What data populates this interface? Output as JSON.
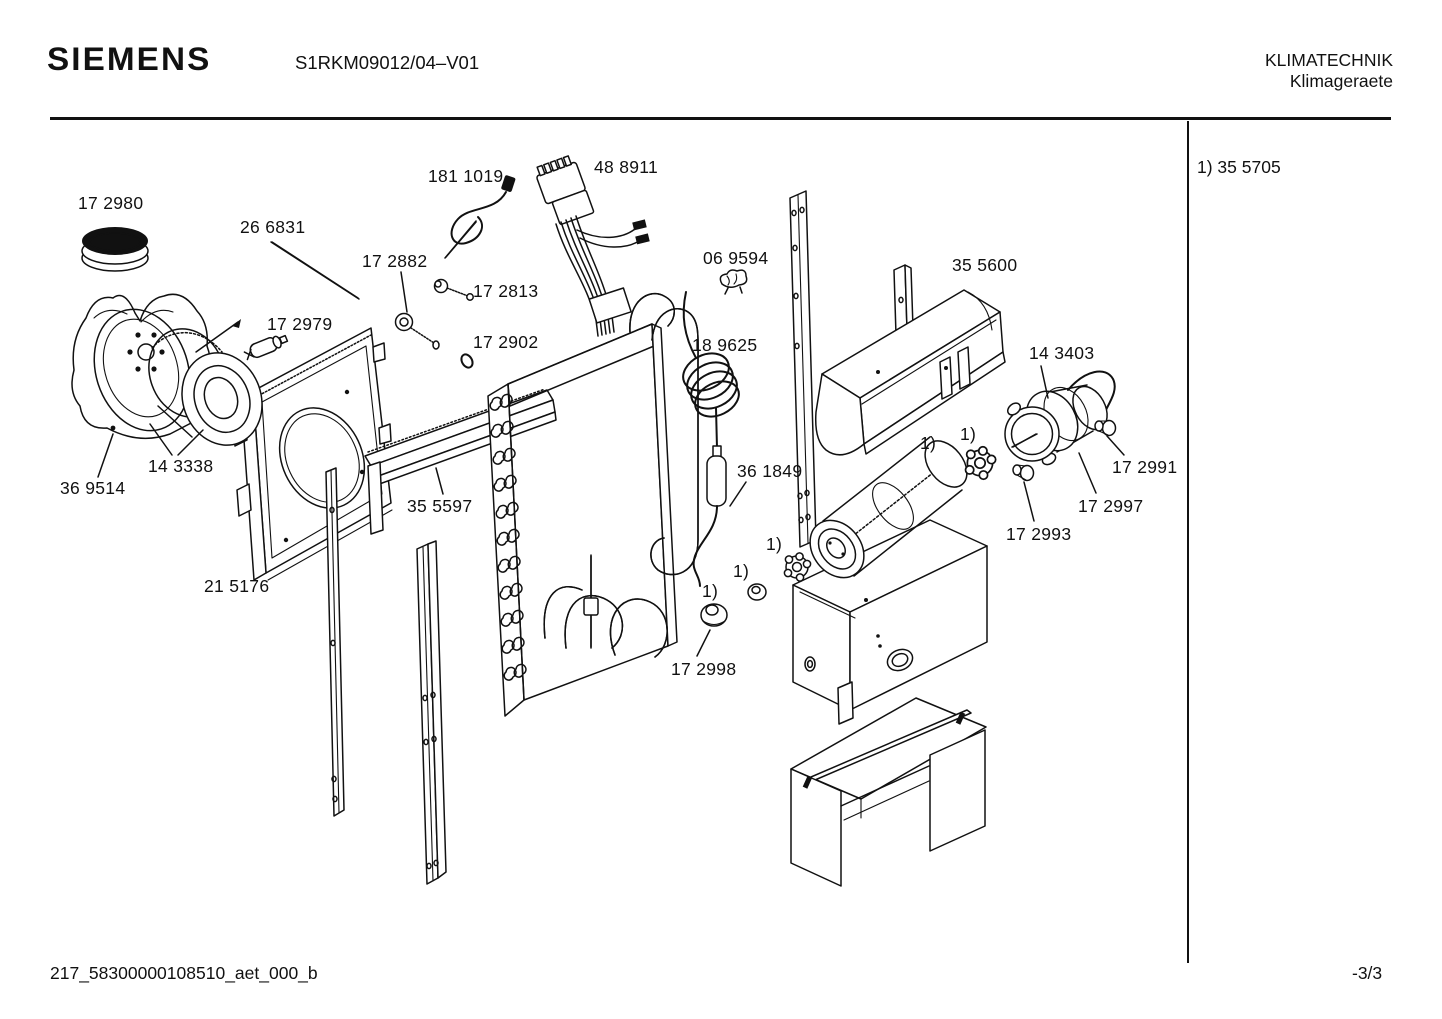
{
  "header": {
    "brand": "SIEMENS",
    "model": "S1RKM09012/04–V01",
    "division": "KLIMATECHNIK",
    "subdivision": "Klimageraete"
  },
  "side_note": "1) 35 5705",
  "footer": {
    "document_id": "217_58300000108510_aet_000_b",
    "page": "-3/3"
  },
  "diagram": {
    "footnote_marker": "1)",
    "parts": [
      {
        "ref": "17 2980",
        "name": "exhaust-cap"
      },
      {
        "ref": "26 6831",
        "name": "rod"
      },
      {
        "ref": "181 1019",
        "name": "temperature-sensor"
      },
      {
        "ref": "48 8911",
        "name": "wiring-harness"
      },
      {
        "ref": "17 2882",
        "name": "screw-plug"
      },
      {
        "ref": "17 2813",
        "name": "screw"
      },
      {
        "ref": "17 2979",
        "name": "capacitor"
      },
      {
        "ref": "17 2902",
        "name": "o-ring"
      },
      {
        "ref": "06 9594",
        "name": "clip"
      },
      {
        "ref": "35 5600",
        "name": "drain-pan"
      },
      {
        "ref": "18 9625",
        "name": "capillary-coil"
      },
      {
        "ref": "14 3403",
        "name": "fan-motor"
      },
      {
        "ref": "36 1849",
        "name": "filter-drier"
      },
      {
        "ref": "17 2991",
        "name": "grommet"
      },
      {
        "ref": "17 2997",
        "name": "grommet"
      },
      {
        "ref": "17 2993",
        "name": "grommet"
      },
      {
        "ref": "36 9514",
        "name": "blower-housing"
      },
      {
        "ref": "14 3338",
        "name": "blower-wheel"
      },
      {
        "ref": "35 5597",
        "name": "support-rail"
      },
      {
        "ref": "21 5176",
        "name": "mounting-panel"
      },
      {
        "ref": "17 2998",
        "name": "bearing-grommet"
      }
    ]
  }
}
